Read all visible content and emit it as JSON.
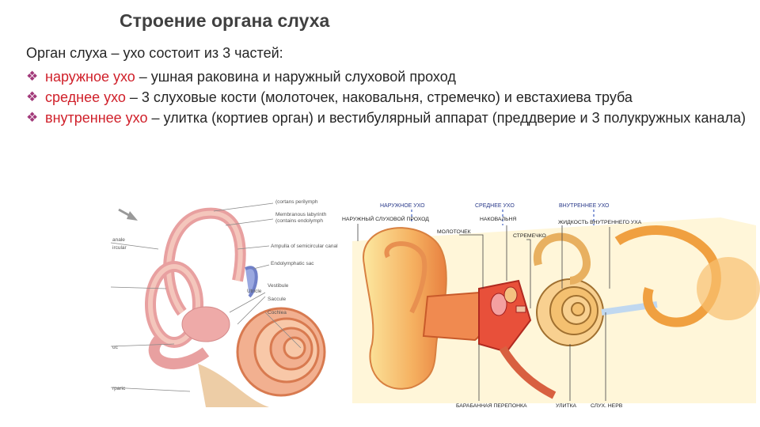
{
  "slide": {
    "title": "Строение органа слуха",
    "intro": "Орган слуха – ухо состоит из 3 частей:",
    "bullets": [
      {
        "term": "наружное ухо",
        "rest": " – ушная раковина и наружный слуховой проход"
      },
      {
        "term": "среднее ухо",
        "rest": " – 3 слуховые кости (молоточек, наковальня, стремечко) и евстахиева труба"
      },
      {
        "term": "внутреннее ухо",
        "rest": " – улитка (кортиев орган) и вестибулярный аппарат (преддверие и 3 полукружных канала)"
      }
    ],
    "bullet_icon": "diamond-bullet-icon",
    "colors": {
      "title": "#404040",
      "term": "#d0202a",
      "bullet": "#a23a7a"
    }
  },
  "inner_ear_figure": {
    "labels_right": [
      "(cortans perilymph",
      "Membranous labyrinth",
      "(contains endolymph",
      "Ampulla of semicircular canal",
      "Endolymphatic sac",
      "Utricle",
      "Vestibule",
      "Saccule",
      "Cochlea"
    ],
    "labels_left": [
      "anale",
      "ircular",
      "uc",
      "rparic"
    ]
  },
  "ear_figure": {
    "section_labels": [
      "НАРУЖНОЕ УХО",
      "СРЕДНЕЕ УХО",
      "ВНУТРЕННЕЕ УХО"
    ],
    "part_labels": [
      "НАРУЖНЫЙ СЛУХОВОЙ ПРОХОД",
      "НАКОВАЛЬНЯ",
      "МОЛОТОЧЕК",
      "СТРЕМЕЧКО",
      "ЖИДКОСТЬ ВНУТРЕННЕГО УХА"
    ],
    "bottom_labels": [
      "БАРАБАННАЯ ПЕРЕПОНКА",
      "УЛИТКА",
      "СЛУХ. НЕРВ"
    ]
  }
}
